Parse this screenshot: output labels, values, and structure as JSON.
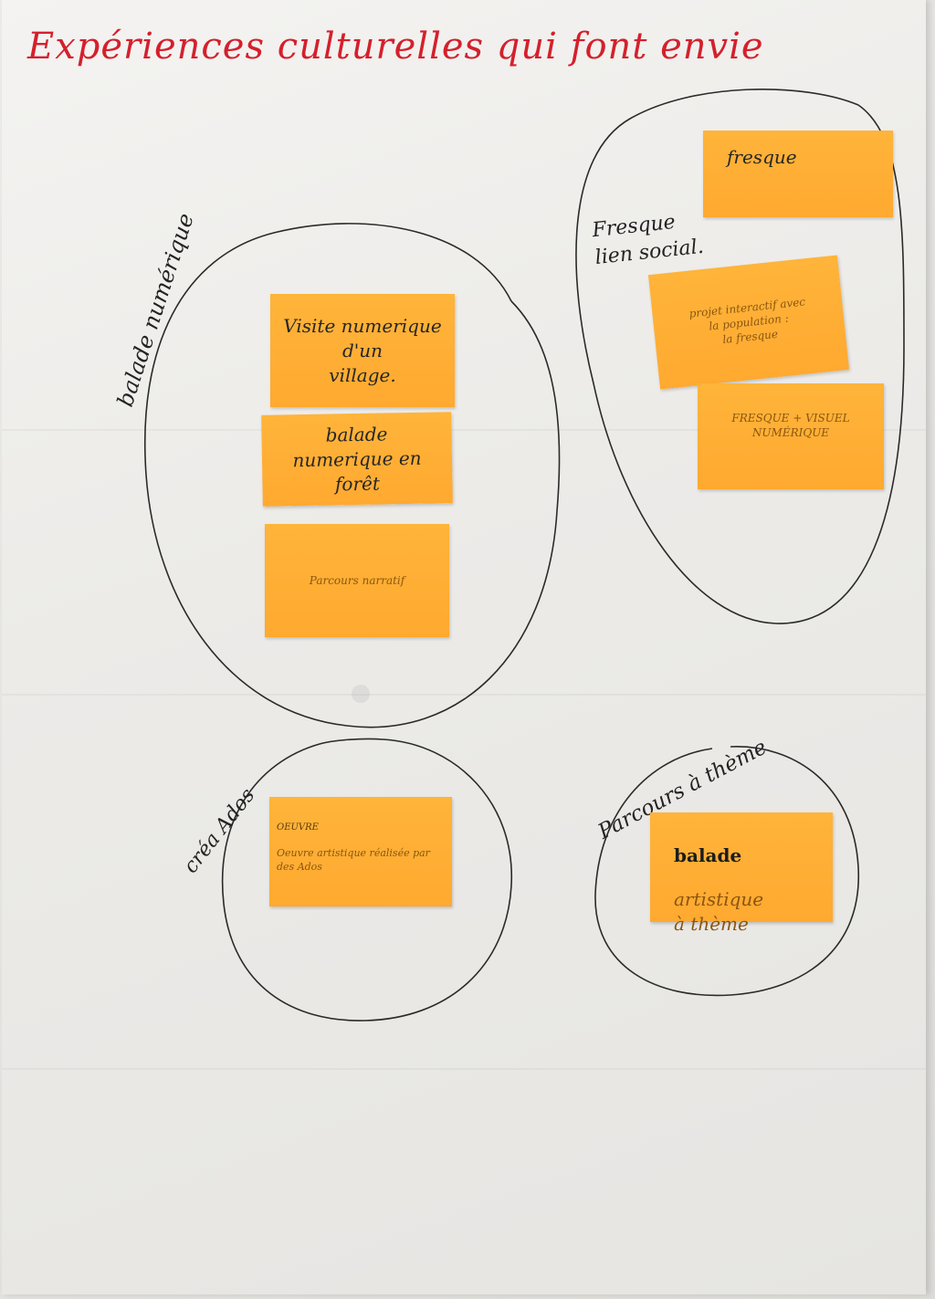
{
  "title": "Expériences culturelles qui font envie",
  "groups": [
    {
      "label": "balade numérique"
    },
    {
      "label_line1": "Fresque",
      "label_line2": "lien social."
    },
    {
      "label": "créa Ados"
    },
    {
      "label": "Parcours à thème"
    }
  ],
  "notes": {
    "visite": "Visite numerique\nd'un\nvillage.",
    "balade_foret": "balade\nnumerique en\nforêt",
    "parcours": "Parcours narratif",
    "fresque": "fresque",
    "projet": "projet interactif avec\nla population :\nla fresque",
    "fresque_visuel": "FRESQUE + VISUEL\nNUMÉRIQUE",
    "oeuvre_title": "OEUVRE",
    "oeuvre_body": "Oeuvre artistique réalisée par\ndes Ados",
    "balade_artistique_title": "balade",
    "balade_artistique_body": "artistique\nà thème"
  },
  "colors": {
    "title": "#d4202c",
    "ink": "#232323",
    "sticky": "#ffad33",
    "paper": "#ecebe8"
  }
}
